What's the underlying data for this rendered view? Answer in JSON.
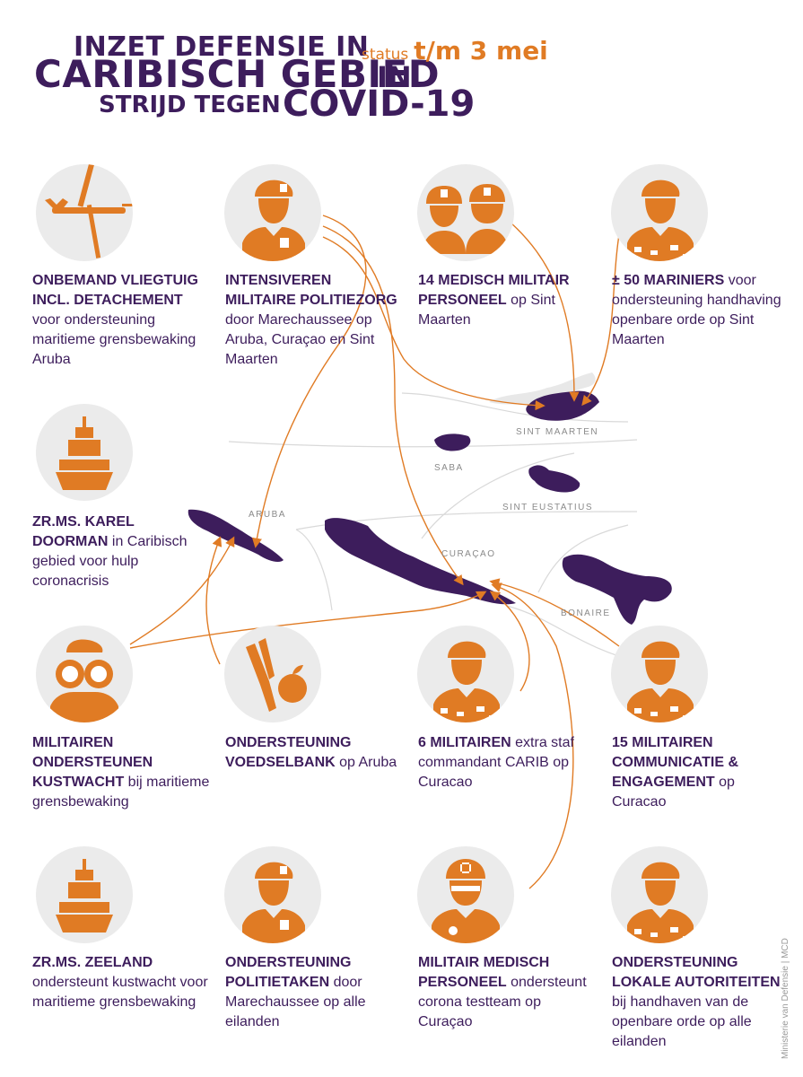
{
  "header": {
    "line1": "INZET DEFENSIE IN",
    "line2": "CARIBISCH GEBIED",
    "line2_suffix": "IN",
    "line3": "STRIJD TEGEN",
    "line3_suffix": "COVID-19",
    "status_label": "status",
    "status_date": "t/m 3 mei"
  },
  "colors": {
    "purple": "#3d1d5c",
    "orange": "#e07b24",
    "circle": "#ebebeb",
    "map_line": "#d9d9d9"
  },
  "map": {
    "labels": {
      "sint_maarten": "SINT MAARTEN",
      "saba": "SABA",
      "sint_eustatius": "SINT EUSTATIUS",
      "aruba": "ARUBA",
      "curacao": "CURAÇAO",
      "bonaire": "BONAIRE"
    }
  },
  "items": [
    {
      "icon": "drone-icon",
      "bold": "ONBEMAND VLIEGTUIG INCL. DETACHEMENT",
      "text": " voor ondersteuning maritieme grensbewaking Aruba"
    },
    {
      "icon": "military-police-icon",
      "bold": "INTENSIVEREN MILITAIRE POLITIEZORG",
      "text": " door Marechaussee op Aruba, Curaçao en Sint Maarten"
    },
    {
      "icon": "medical-staff-icon",
      "bold": "14 MEDISCH MILITAIR PERSONEEL",
      "text": " op Sint Maarten"
    },
    {
      "icon": "marine-soldier-icon",
      "bold": "± 50 MARINIERS",
      "text": " voor ondersteuning handhaving openbare orde op Sint Maarten"
    },
    {
      "icon": "ship-icon",
      "bold": "ZR.MS. KAREL DOORMAN",
      "text": " in Caribisch gebied voor hulp coronacrisis"
    },
    {
      "icon": "binoculars-soldier-icon",
      "bold": "MILITAIREN ONDERSTEUNEN KUSTWACHT",
      "text": " bij maritieme grensbewaking"
    },
    {
      "icon": "food-icon",
      "bold": "ONDERSTEUNING VOEDSELBANK",
      "text": " op Aruba"
    },
    {
      "icon": "soldier-icon",
      "bold": "6 MILITAIREN",
      "text": " extra staf commandant CARIB op Curacao"
    },
    {
      "icon": "soldier-icon",
      "bold": "15 MILITAIREN COMMUNICATIE & ENGAGEMENT",
      "text": " op Curacao"
    },
    {
      "icon": "ship-icon",
      "bold": "ZR.MS. ZEELAND",
      "text": " ondersteunt kustwacht voor maritieme grensbewaking"
    },
    {
      "icon": "military-police-icon",
      "bold": "ONDERSTEUNING POLITIETAKEN",
      "text": " door Marechaussee op alle eilanden"
    },
    {
      "icon": "medic-soldier-icon",
      "bold": "MILITAIR MEDISCH PERSONEEL",
      "text": " ondersteunt corona testteam op Curaçao"
    },
    {
      "icon": "soldier-icon",
      "bold": "ONDERSTEUNING LOKALE AUTORITEITEN",
      "text": " bij handhaven van de openbare orde op alle eilanden"
    }
  ],
  "credit": "Ministerie van Defensie | MCD"
}
